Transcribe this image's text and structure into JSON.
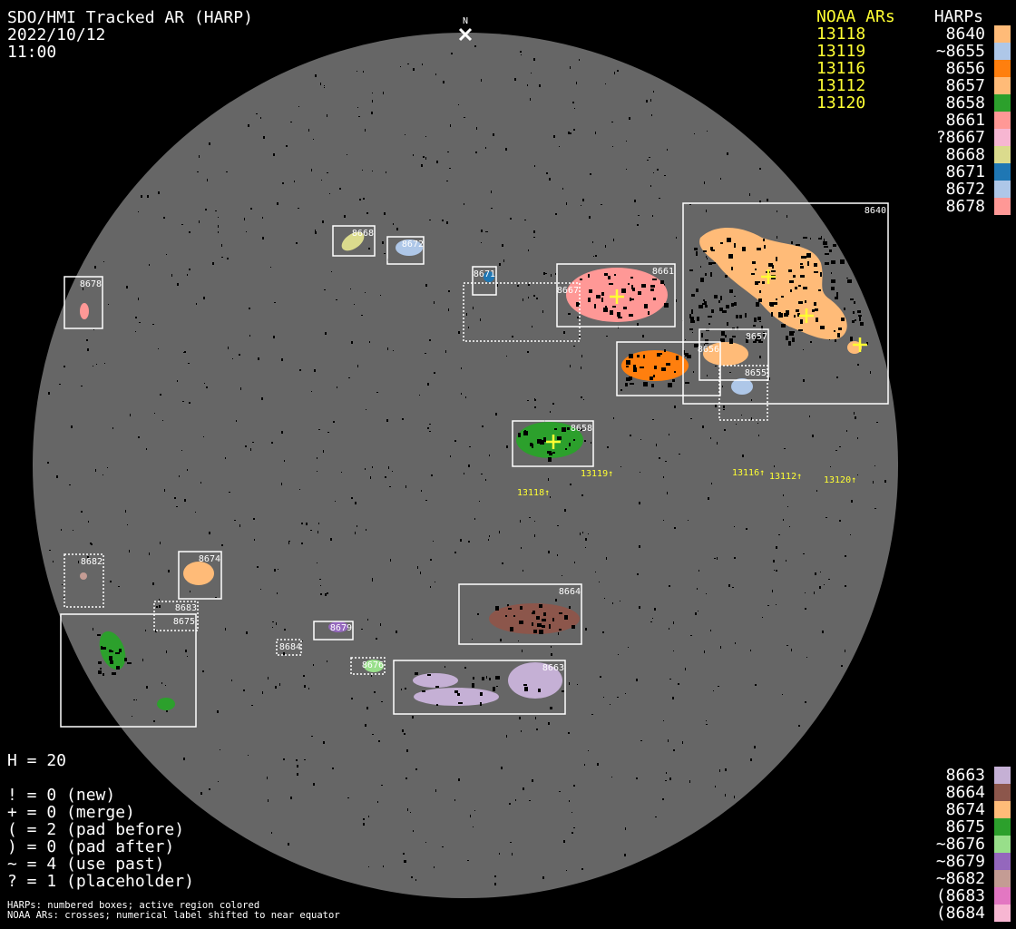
{
  "header": {
    "title": "SDO/HMI Tracked AR (HARP)",
    "date": "2022/10/12",
    "time": "11:00",
    "north_label": "N"
  },
  "noaa": {
    "heading": "NOAA ARs",
    "items": [
      "13118",
      "13119",
      "13116",
      "13112",
      "13120"
    ]
  },
  "harps_heading": "HARPs",
  "harps_top": [
    {
      "label": "8640",
      "color": "#ffbb78"
    },
    {
      "label": "~8655",
      "color": "#aec7e8"
    },
    {
      "label": "8656",
      "color": "#ff7f0e"
    },
    {
      "label": "8657",
      "color": "#ffbb78"
    },
    {
      "label": "8658",
      "color": "#2ca02c"
    },
    {
      "label": "8661",
      "color": "#ff9896"
    },
    {
      "label": "?8667",
      "color": "#f7b6d2"
    },
    {
      "label": "8668",
      "color": "#dbdb8d"
    },
    {
      "label": "8671",
      "color": "#1f77b4"
    },
    {
      "label": "8672",
      "color": "#aec7e8"
    },
    {
      "label": "8678",
      "color": "#ff9896"
    }
  ],
  "harps_bottom": [
    {
      "label": "8663",
      "color": "#c5b0d5"
    },
    {
      "label": "8664",
      "color": "#8c564b"
    },
    {
      "label": "8674",
      "color": "#ffbb78"
    },
    {
      "label": "8675",
      "color": "#2ca02c"
    },
    {
      "label": "~8676",
      "color": "#98df8a"
    },
    {
      "label": "~8679",
      "color": "#9467bd"
    },
    {
      "label": "~8682",
      "color": "#c49c94"
    },
    {
      "label": "(8683",
      "color": "#e377c2"
    },
    {
      "label": "(8684",
      "color": "#f7b6d2"
    }
  ],
  "legend": {
    "h_count": "H = 20",
    "lines": [
      "! = 0 (new)",
      "+ = 0 (merge)",
      "( = 2 (pad before)",
      ") = 0 (pad after)",
      "~ = 4 (use past)",
      "? = 1 (placeholder)"
    ],
    "footnote1": "HARPs: numbered boxes; active region colored",
    "footnote2": "NOAA ARs: crosses; numerical label shifted to near equator"
  },
  "boxes": {
    "b8640": "8640",
    "b8655": "8655",
    "b8656": "8656",
    "b8657": "8657",
    "b8658": "8658",
    "b8661": "8661",
    "b8667": "8667",
    "b8668": "8668",
    "b8671": "8671",
    "b8672": "8672",
    "b8678": "8678",
    "b8663": "8663",
    "b8664": "8664",
    "b8674": "8674",
    "b8675": "8675",
    "b8676": "8676",
    "b8679": "8679",
    "b8682": "8682",
    "b8683": "8683",
    "b8684": "8684"
  },
  "noaa_labels": {
    "n13118": "13118↑",
    "n13119": "13119↑",
    "n13116": "13116↑",
    "n13112": "13112↑",
    "n13120": "13120↑"
  },
  "colors": {
    "disk": "#666666",
    "noaa": "#ffff33",
    "box": "#ffffff"
  }
}
